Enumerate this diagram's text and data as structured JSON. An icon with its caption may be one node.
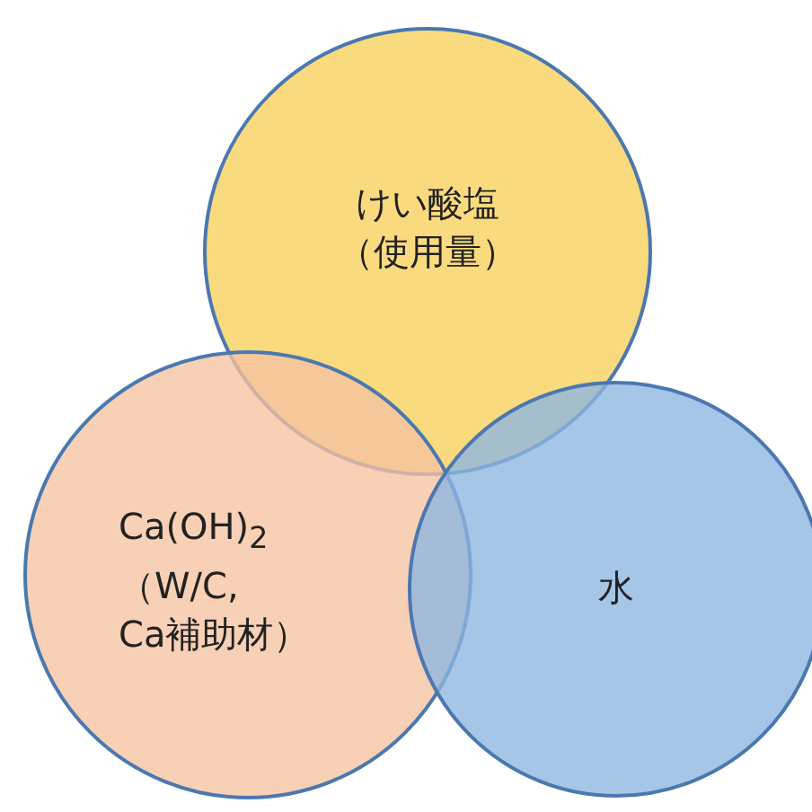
{
  "diagram": {
    "nodes": [
      {
        "text": [
          "けい酸塩（使用量）"
        ]
      },
      {
        "text": [
          "Ca(OH)$_{2}$（W/C, Ca補助材）"
        ]
      },
      {
        "text": [
          "水"
        ]
      }
    ]
  }
}
